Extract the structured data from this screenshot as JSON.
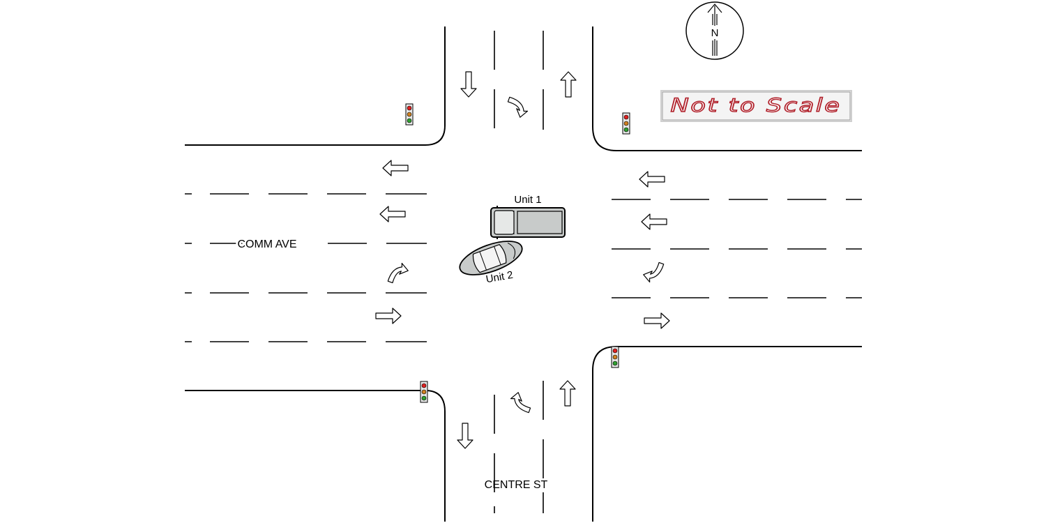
{
  "streets": {
    "east_west": "COMM AVE",
    "north_south": "CENTRE ST"
  },
  "vehicles": {
    "unit1": "Unit 1",
    "unit2": "Unit 2"
  },
  "compass": {
    "letter": "N"
  },
  "scale_note": "Not to Scale",
  "colors": {
    "vehicle_fill": "#c8cbca",
    "signal_red": "#e02020",
    "signal_amber": "#d08020",
    "signal_green": "#30a030",
    "scale_text": "#b0202a"
  }
}
